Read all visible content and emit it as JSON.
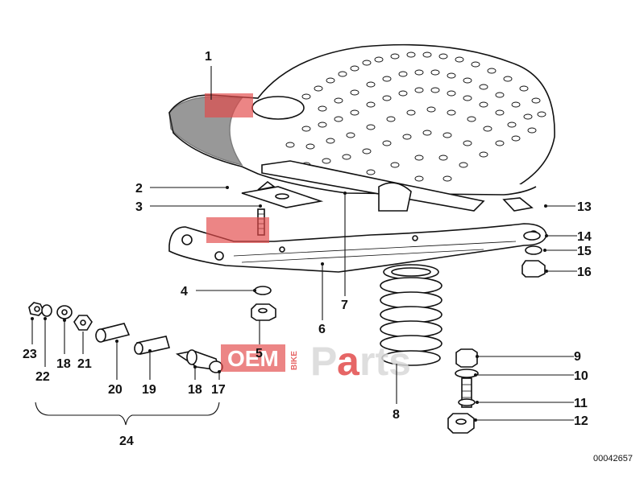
{
  "labels": {
    "l1": "1",
    "l2": "2",
    "l3": "3",
    "l4": "4",
    "l5": "5",
    "l6": "6",
    "l7": "7",
    "l8": "8",
    "l9": "9",
    "l10": "10",
    "l11": "11",
    "l12": "12",
    "l13": "13",
    "l14": "14",
    "l15": "15",
    "l16": "16",
    "l17": "17",
    "l18a": "18",
    "l18b": "18",
    "l19": "19",
    "l20": "20",
    "l21": "21",
    "l22": "22",
    "l23": "23",
    "l24": "24"
  },
  "diagram_code": "00042657",
  "watermark": {
    "oem": "OEM",
    "bike": "BIKE",
    "parts_a": "P",
    "parts_b": "a",
    "parts_c": "rts",
    "colors": {
      "oem_box": "#e24b4b",
      "parts_p": "#d9d9d9",
      "parts_a": "#e24b4b"
    }
  }
}
